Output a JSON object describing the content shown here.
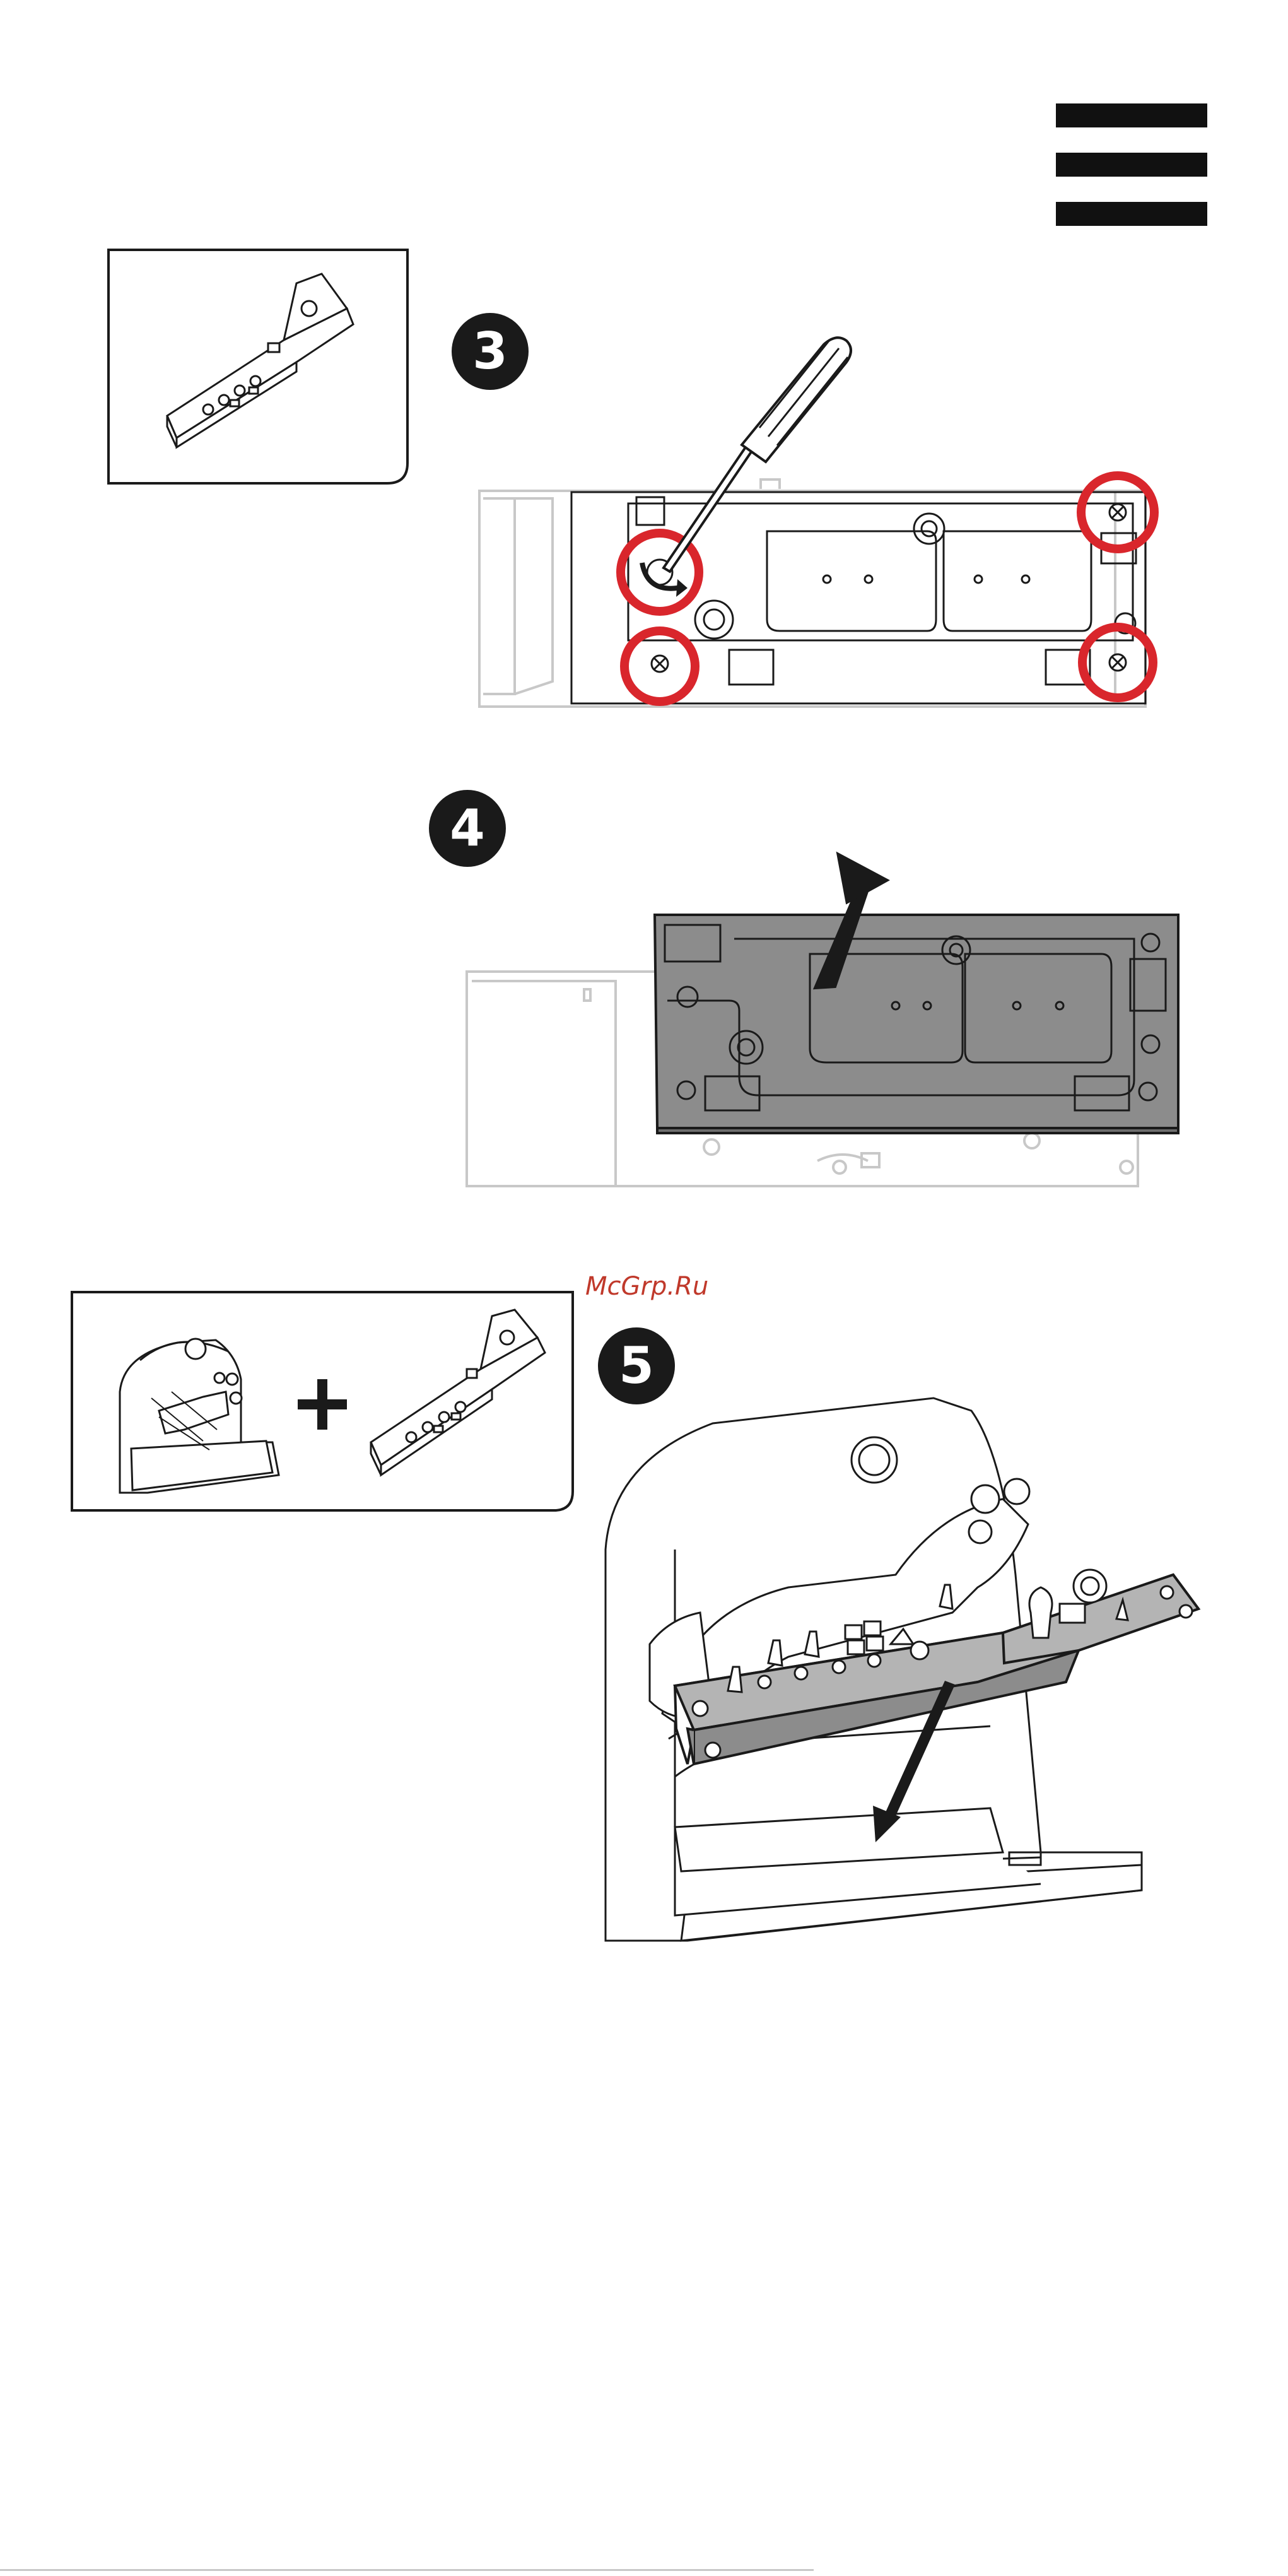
{
  "document": {
    "watermark": "McGrp.Ru",
    "steps": [
      {
        "number": "3"
      },
      {
        "number": "4"
      },
      {
        "number": "5"
      }
    ]
  },
  "colors": {
    "badge": "#1a1a1a",
    "highlight_circle": "#d9262c",
    "panel_fill": "#8c8c8c",
    "outline": "#1a1a1a",
    "faded_outline": "#c8c8c8",
    "watermark": "#c0392b"
  },
  "icons": {
    "menu": "hamburger-menu-icon",
    "plus": "plus-icon",
    "arrow": "arrow-icon"
  }
}
